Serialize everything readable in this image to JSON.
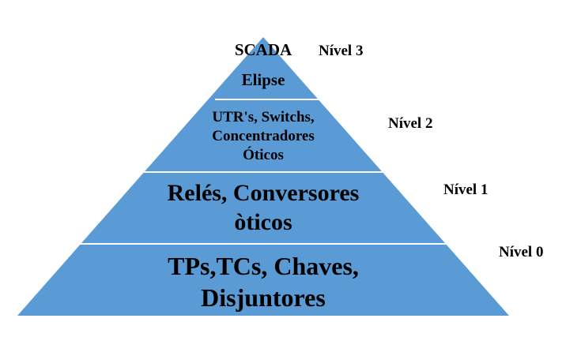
{
  "colors": {
    "pyramid_fill": "#5b9bd5",
    "divider": "#ffffff",
    "text": "#000000",
    "background": "#ffffff"
  },
  "pyramid": {
    "top_label": "SCADA",
    "tiers": [
      {
        "lines": [
          "Elipse"
        ]
      },
      {
        "lines": [
          "UTR's, Switchs,",
          "Concentradores",
          "Óticos"
        ]
      },
      {
        "lines": [
          "Relés, Conversores",
          "òticos"
        ]
      },
      {
        "lines": [
          "TPs,TCs, Chaves,",
          "Disjuntores"
        ]
      }
    ]
  },
  "levels": [
    "Nível 3",
    "Nível 2",
    "Nível 1",
    "Nível 0"
  ]
}
